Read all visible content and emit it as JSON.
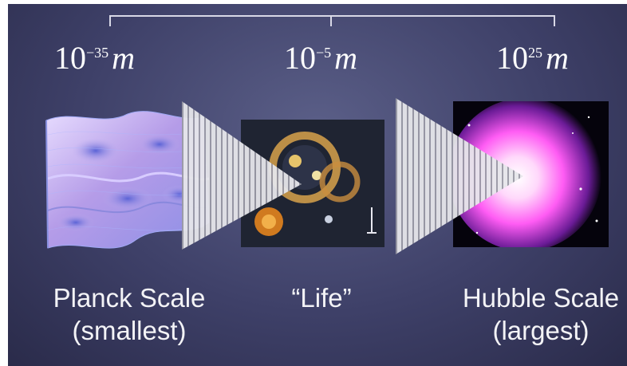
{
  "scale": {
    "left": {
      "base": "10",
      "exponent": "−35",
      "unit": "m"
    },
    "middle": {
      "base": "10",
      "exponent": "−5",
      "unit": "m"
    },
    "right": {
      "base": "10",
      "exponent": "25",
      "unit": "m"
    }
  },
  "labels": {
    "planck_line1": "Planck Scale",
    "planck_line2": "(smallest)",
    "life": "“Life”",
    "hubble_line1": "Hubble Scale",
    "hubble_line2": "(largest)"
  },
  "icons": [
    "planck-foam-icon",
    "life-cells-icon",
    "hubble-galaxy-icon",
    "zoom-cone-icon"
  ],
  "colors": {
    "background": "#3e4068",
    "text": "#ffffff",
    "foam": "#b8a2e6",
    "galaxy": "#ff5cf4"
  }
}
